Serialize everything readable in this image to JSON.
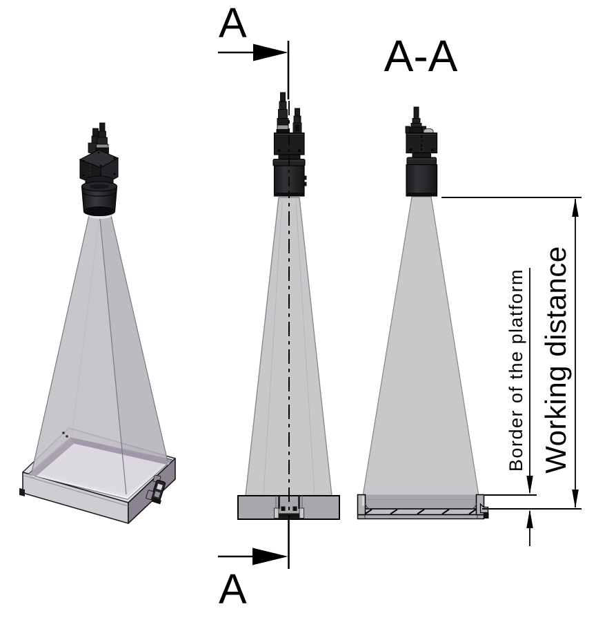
{
  "figure": {
    "kind": "technical-drawing",
    "description": "Camera with illumination cone above a scanning platform, shown in isometric view, front view with section plane A, and section view A-A with working distance dimensions",
    "background": "#ffffff"
  },
  "labels": {
    "section_marker_top": "A",
    "section_marker_bottom": "A",
    "section_view_title": "A-A",
    "dim_border": "Border of the platform",
    "dim_working_distance": "Working distance"
  },
  "colors": {
    "line": "#000000",
    "cone": "#c8c7ca",
    "cone_iso_left": "#c2c0c6",
    "cone_side": "#b5b2ba",
    "cone_back": "#b2b0b7",
    "cone_edge": "#77777d",
    "camera_dark": "#1d1d1f",
    "camera_mid": "#28282b",
    "camera_light_band": "#98989d",
    "platform_face": "#a8a7ac",
    "platform_top": "#e2e1e5",
    "platform_wall_left": "#cecdd2",
    "platform_wall_right": "#8b8390",
    "glass": "#f2f1f4",
    "plate_gray": "#c0bfc4"
  }
}
